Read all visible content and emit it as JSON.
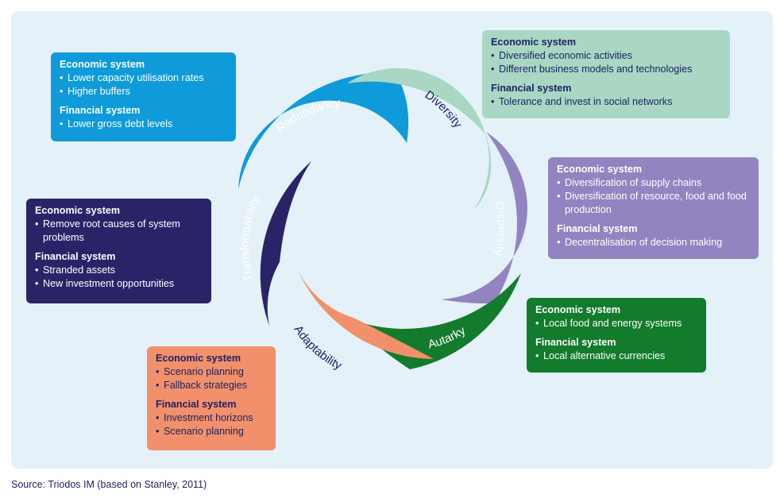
{
  "colors": {
    "redundancy": "#0f9ad9",
    "diversity": "#a9d7c3",
    "dispersity": "#9284c0",
    "autarky": "#137b2c",
    "adaptability": "#f1906b",
    "transformability": "#2b2367",
    "panel": "#e4f1f8",
    "text_dark": "#1c2363"
  },
  "segments": [
    {
      "key": "redundancy",
      "label": "Redundancy"
    },
    {
      "key": "diversity",
      "label": "Diversity"
    },
    {
      "key": "dispersity",
      "label": "Dispersity"
    },
    {
      "key": "autarky",
      "label": "Autarky"
    },
    {
      "key": "adaptability",
      "label": "Adaptability"
    },
    {
      "key": "transformability",
      "label": "Transformability"
    }
  ],
  "boxes": {
    "redundancy": {
      "econ_title": "Economic system",
      "econ": [
        "Lower capacity utilisation rates",
        "Higher buffers"
      ],
      "fin_title": "Financial system",
      "fin": [
        "Lower gross debt levels"
      ]
    },
    "diversity": {
      "econ_title": "Economic system",
      "econ": [
        "Diversified economic activities",
        "Different business models and technologies"
      ],
      "fin_title": "Financial system",
      "fin": [
        "Tolerance and invest in social networks"
      ]
    },
    "dispersity": {
      "econ_title": "Economic system",
      "econ": [
        "Diversification of supply chains",
        "Diversification of resource, food and food production"
      ],
      "fin_title": "Financial system",
      "fin": [
        "Decentralisation of decision making"
      ]
    },
    "autarky": {
      "econ_title": "Economic system",
      "econ": [
        "Local food and energy systems"
      ],
      "fin_title": "Financial system",
      "fin": [
        "Local alternative currencies"
      ]
    },
    "adaptability": {
      "econ_title": "Economic system",
      "econ": [
        "Scenario planning",
        "Fallback strategies"
      ],
      "fin_title": "Financial system",
      "fin": [
        "Investment horizons",
        "Scenario planning"
      ]
    },
    "transformability": {
      "econ_title": "Economic system",
      "econ": [
        "Remove root causes of system problems"
      ],
      "fin_title": "Financial system",
      "fin": [
        "Stranded assets",
        "New investment opportunities"
      ]
    }
  },
  "source": "Source: Triodos IM (based on Stanley, 2011)"
}
